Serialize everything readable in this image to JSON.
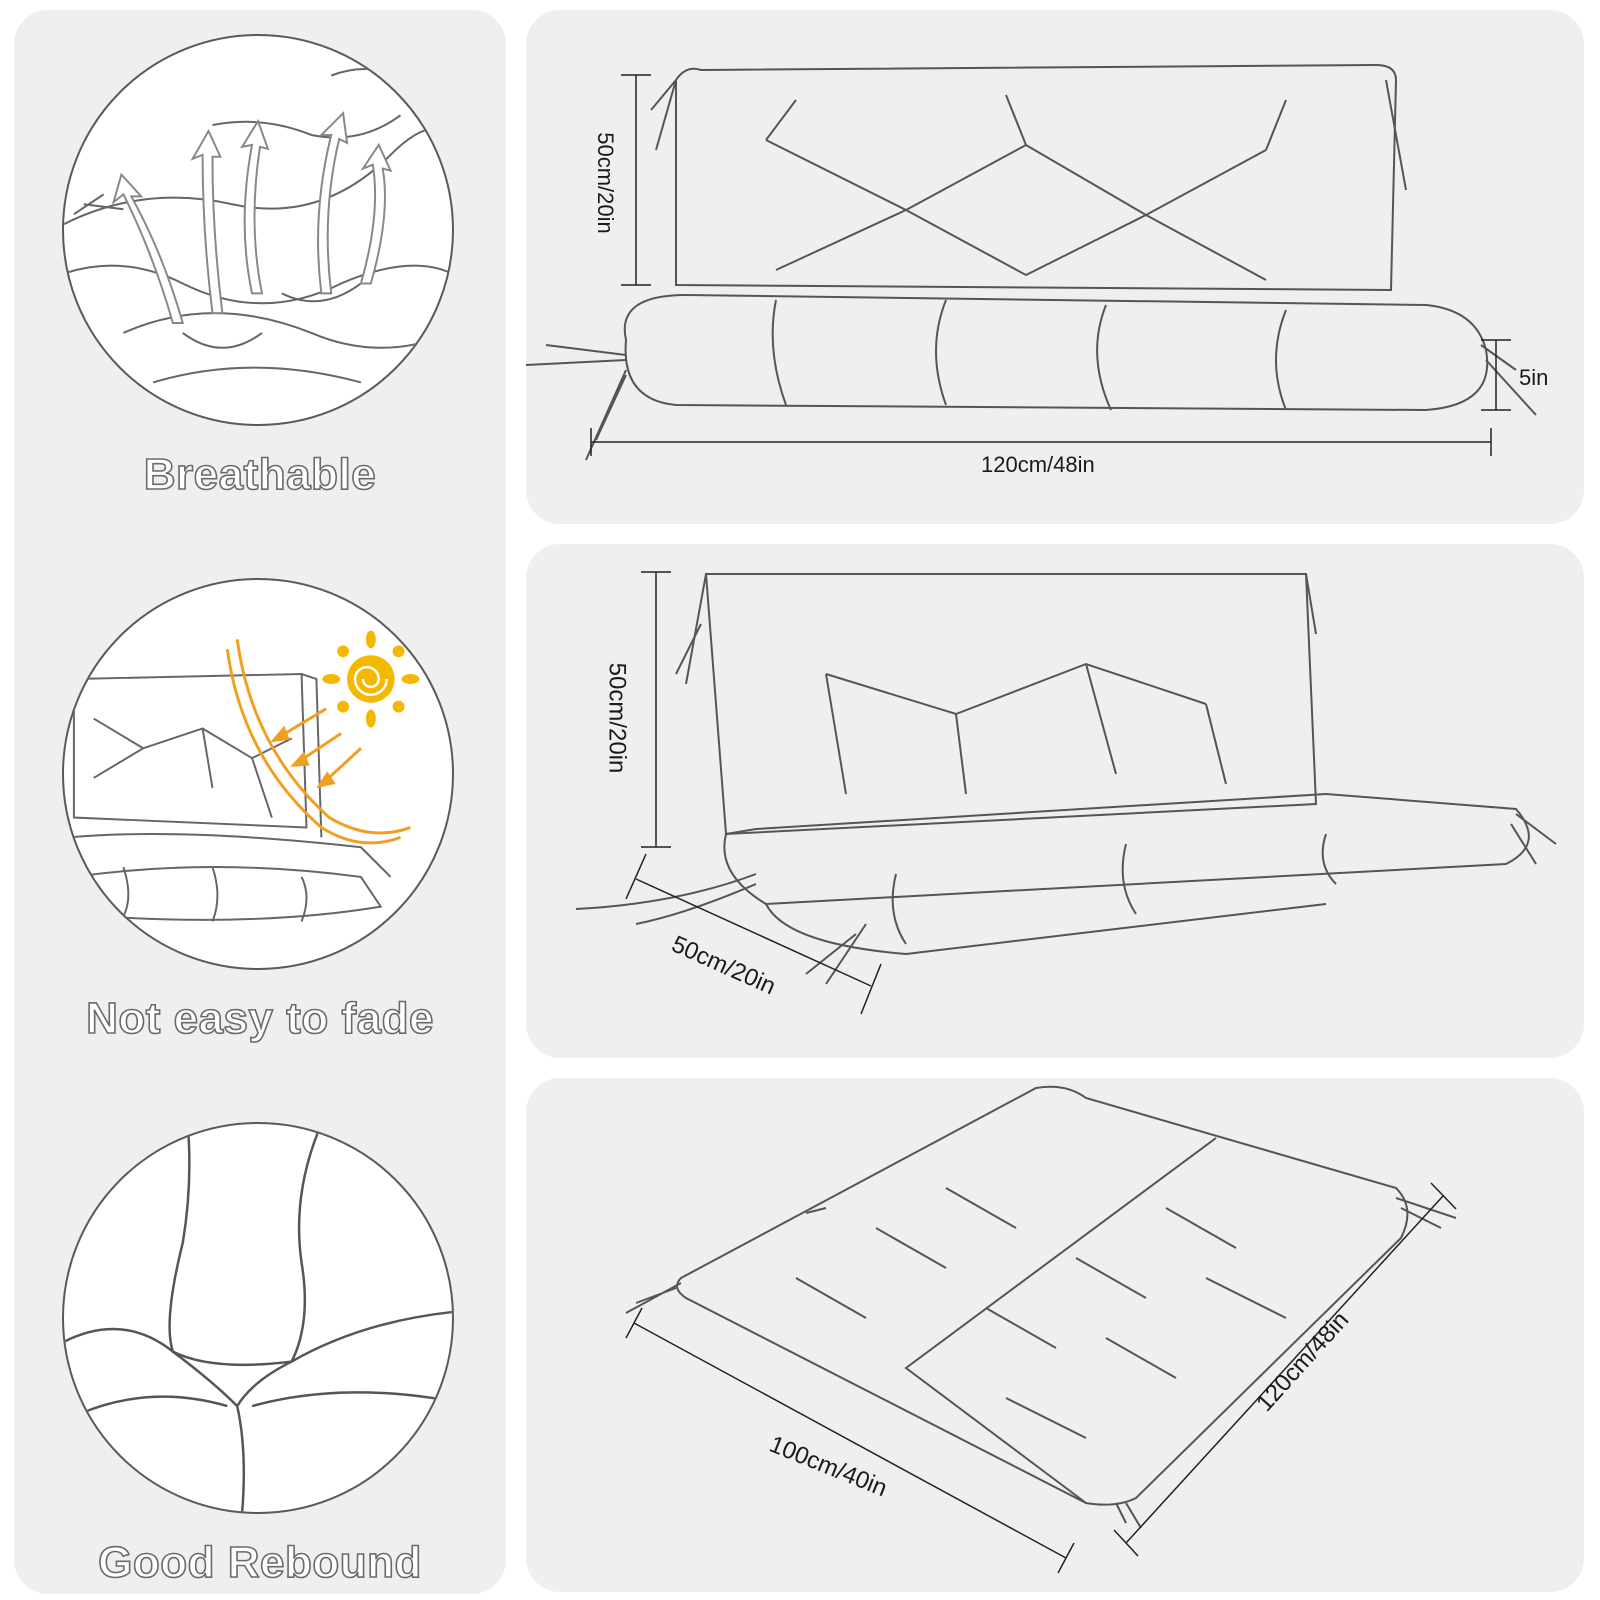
{
  "features": [
    {
      "label": "Breathable",
      "icon": "airflow-arrows-icon"
    },
    {
      "label": "Not easy to fade",
      "icon": "sun-icon"
    },
    {
      "label": "Good Rebound",
      "icon": "cushion-fold-icon"
    }
  ],
  "dimensions": {
    "top": {
      "back_height": "50cm/20in",
      "thickness": "5in",
      "width": "120cm/48in"
    },
    "middle": {
      "back_height": "50cm/20in",
      "seat_depth": "50cm/20in"
    },
    "bottom": {
      "depth": "100cm/40in",
      "width": "120cm/48in"
    }
  },
  "colors": {
    "panel_bg": "#efefef",
    "sun": "#f5b800",
    "sun_rays": "#f0a020",
    "line": "#5a5a5a"
  }
}
